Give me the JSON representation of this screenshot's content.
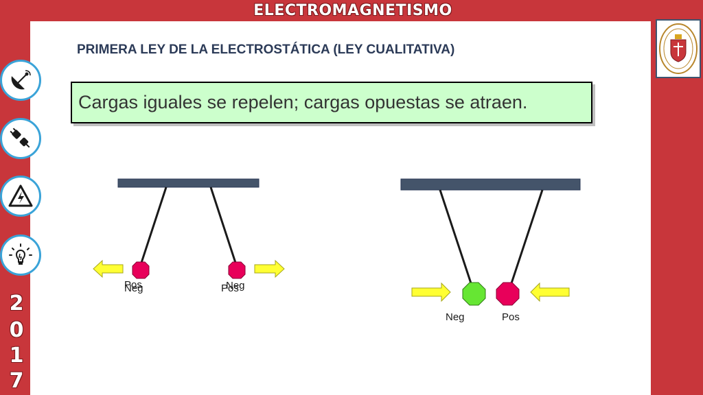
{
  "header": {
    "title": "ELECTROMAGNETISMO"
  },
  "sidebar": {
    "icons": [
      "satellite-dish-icon",
      "plug-icon",
      "high-voltage-warning-icon",
      "light-bulb-icon"
    ],
    "year_digits": [
      "2",
      "0",
      "1",
      "7"
    ]
  },
  "logo": {
    "name": "university-crest-icon"
  },
  "slide": {
    "subtitle": "PRIMERA LEY DE LA ELECTROSTÁTICA   (LEY CUALITATIVA)",
    "law_text": "Cargas iguales se repelen;  cargas opuestas se atraen."
  },
  "diagram_left": {
    "ball1_labels": [
      "Pos",
      "Neg"
    ],
    "ball2_labels": [
      "Pos",
      "Neg"
    ]
  },
  "diagram_right": {
    "ball1_label": "Neg",
    "ball2_label": "Pos"
  },
  "colors": {
    "frame_red": "#c8363b",
    "accent_blue": "#3aa3d8",
    "bar_slate": "#44546a",
    "positive_magenta": "#e8005a",
    "negative_green": "#66e633",
    "arrow_yellow": "#ffff33",
    "law_box_fill": "#ccffcc"
  }
}
